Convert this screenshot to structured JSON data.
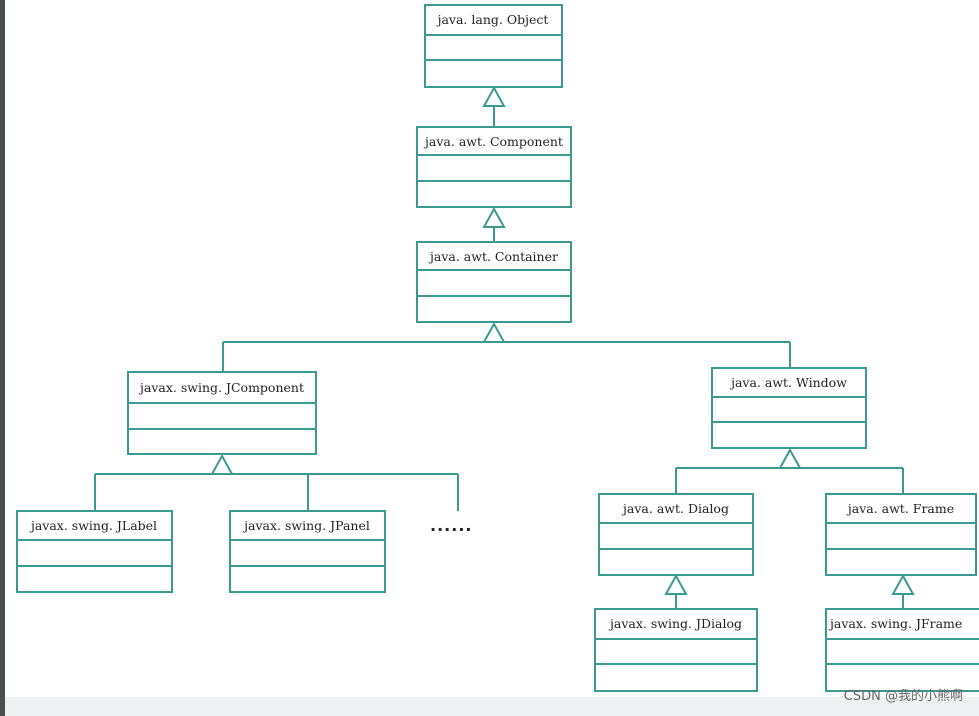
{
  "diagram": {
    "classes": {
      "object": "java. lang. Object",
      "component": "java. awt. Component",
      "container": "java. awt. Container",
      "jcomponent": "javax. swing. JComponent",
      "window": "java. awt. Window",
      "jlabel": "javax. swing. JLabel",
      "jpanel": "javax. swing. JPanel",
      "dialog": "java. awt. Dialog",
      "frame": "java. awt. Frame",
      "jdialog": "javax. swing. JDialog",
      "jframe": "javax. swing. JFrame"
    },
    "ellipsis": "......",
    "colors": {
      "line": "#3a9a92",
      "text": "#222222"
    }
  },
  "watermark": "CSDN @我的小熊啊"
}
